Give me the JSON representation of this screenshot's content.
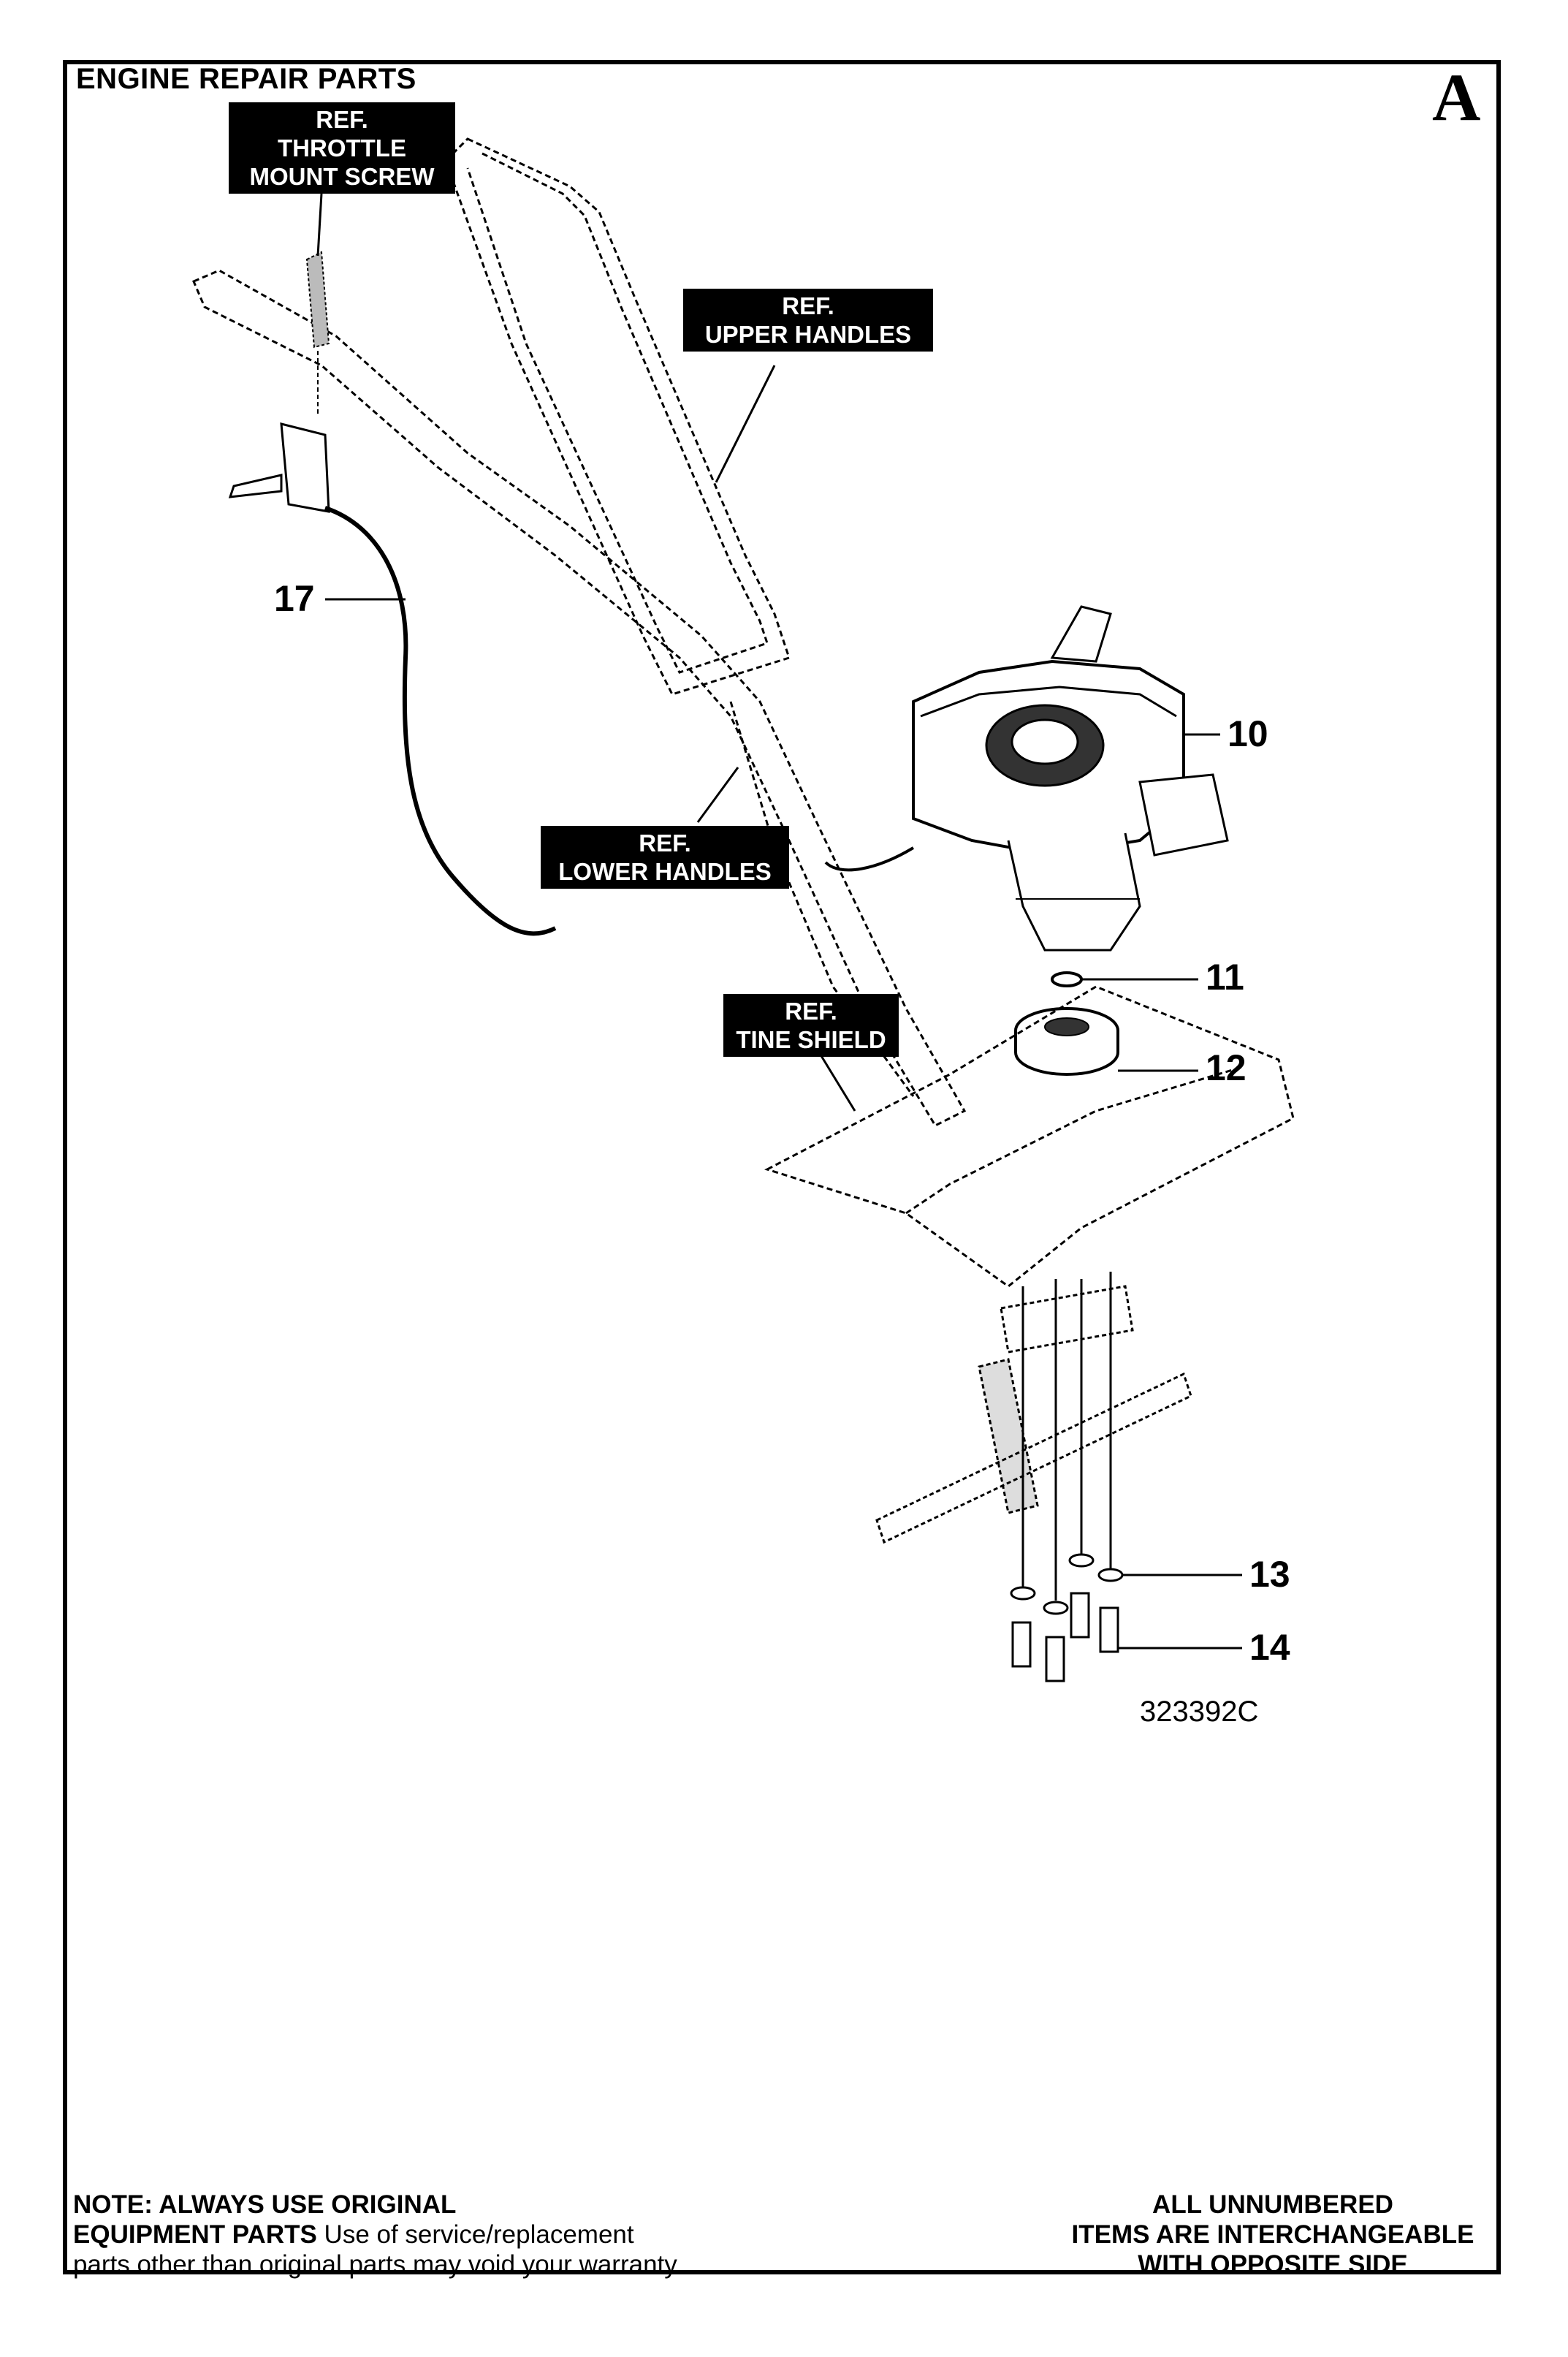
{
  "page": {
    "title": "ENGINE REPAIR PARTS",
    "section_letter": "A",
    "drawing_number": "323392C"
  },
  "reference_labels": [
    {
      "lines": [
        "REF.",
        "THROTTLE",
        "MOUNT SCREW"
      ]
    },
    {
      "lines": [
        "REF.",
        "UPPER HANDLES"
      ]
    },
    {
      "lines": [
        "REF.",
        "LOWER HANDLES"
      ]
    },
    {
      "lines": [
        "REF.",
        "TINE SHIELD"
      ]
    }
  ],
  "part_numbers": [
    "17",
    "10",
    "11",
    "12",
    "13",
    "14"
  ],
  "footer": {
    "note_bold": "NOTE: ALWAYS USE ORIGINAL",
    "note_line2_bold": "EQUIPMENT PARTS",
    "note_line2_rest": " Use of service/replacement",
    "note_line3": "parts other than original parts may void your warranty.",
    "right_lines": [
      "ALL UNNUMBERED",
      "ITEMS ARE INTERCHANGEABLE",
      "WITH OPPOSITE SIDE"
    ]
  }
}
